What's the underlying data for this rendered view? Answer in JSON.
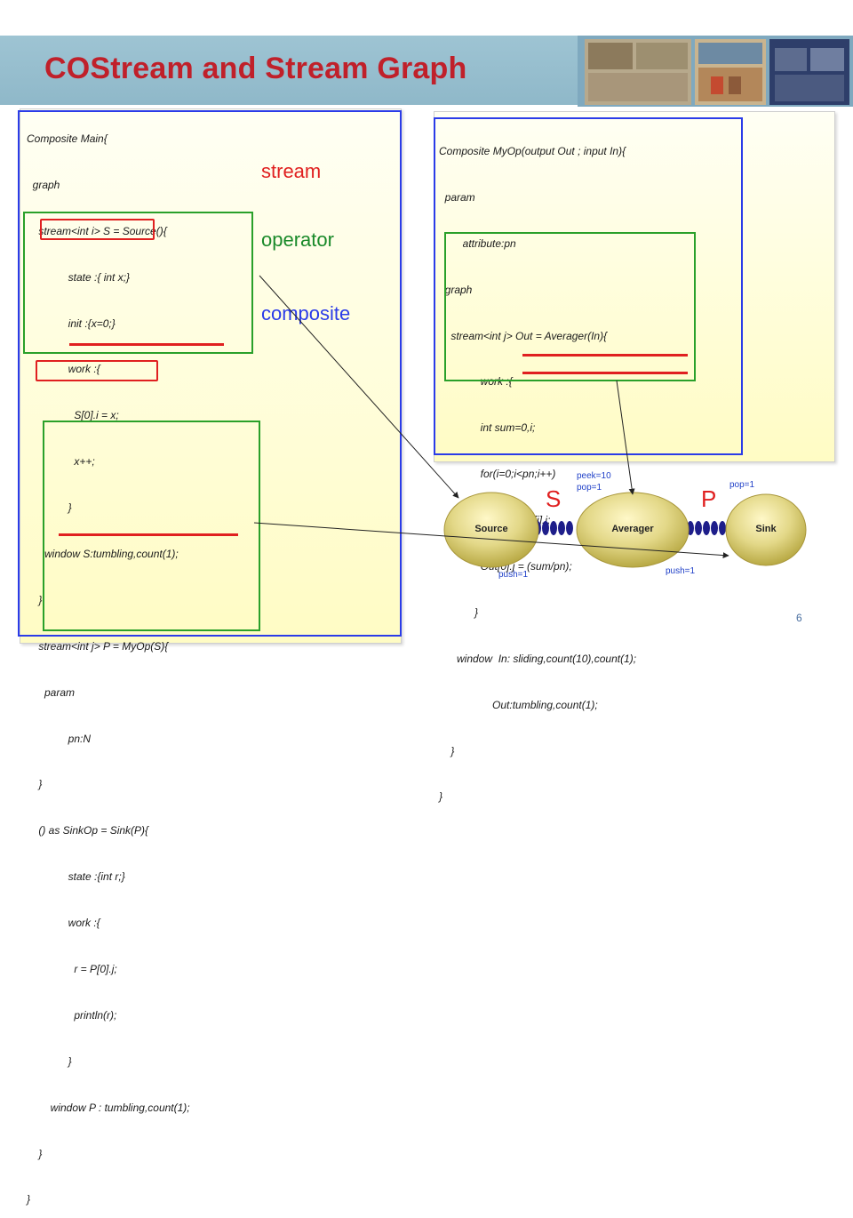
{
  "slide": {
    "title": "COStream and Stream Graph",
    "page_number": "6"
  },
  "left_code": [
    "Composite Main{",
    "  graph",
    "    stream<int i> S = Source(){",
    "              state :{ int x;}",
    "              init :{x=0;}",
    "              work :{",
    "                S[0].i = x;",
    "                x++;",
    "              }",
    "      window S:tumbling,count(1);",
    "    }",
    "    stream<int j> P = MyOp(S){",
    "      param",
    "              pn:N",
    "    }",
    "    () as SinkOp = Sink(P){",
    "              state :{int r;}",
    "              work :{",
    "                r = P[0].j;",
    "                println(r);",
    "              }",
    "        window P : tumbling,count(1);",
    "    }",
    "}"
  ],
  "right_code": [
    "Composite MyOp(output Out ; input In){",
    "  param",
    "        attribute:pn",
    "  graph",
    "    stream<int j> Out = Averager(In){",
    "              work :{",
    "              int sum=0,i;",
    "              for(i=0;i<pn;i++)",
    "                sum += In[i].j;",
    "              Out[0].j = (sum/pn);",
    "            }",
    "      window  In: sliding,count(10),count(1);",
    "                  Out:tumbling,count(1);",
    "    }",
    "}"
  ],
  "legend": {
    "stream": "stream",
    "operator": "operator",
    "composite": "composite"
  },
  "colors": {
    "title": "#c0202a",
    "stream_box": "#e02020",
    "operator_box": "#2aa02a",
    "composite_box": "#2b3ce8",
    "node_fill": "#d8cc70",
    "rates": "#2040c8"
  },
  "graph": {
    "nodes": [
      "Source",
      "Averager",
      "Sink"
    ],
    "edge_labels": {
      "S": "S",
      "P": "P"
    },
    "rates": {
      "source_push": "push=1",
      "averager_peek": "peek=10",
      "averager_pop": "pop=1",
      "averager_push": "push=1",
      "sink_pop": "pop=1"
    }
  }
}
